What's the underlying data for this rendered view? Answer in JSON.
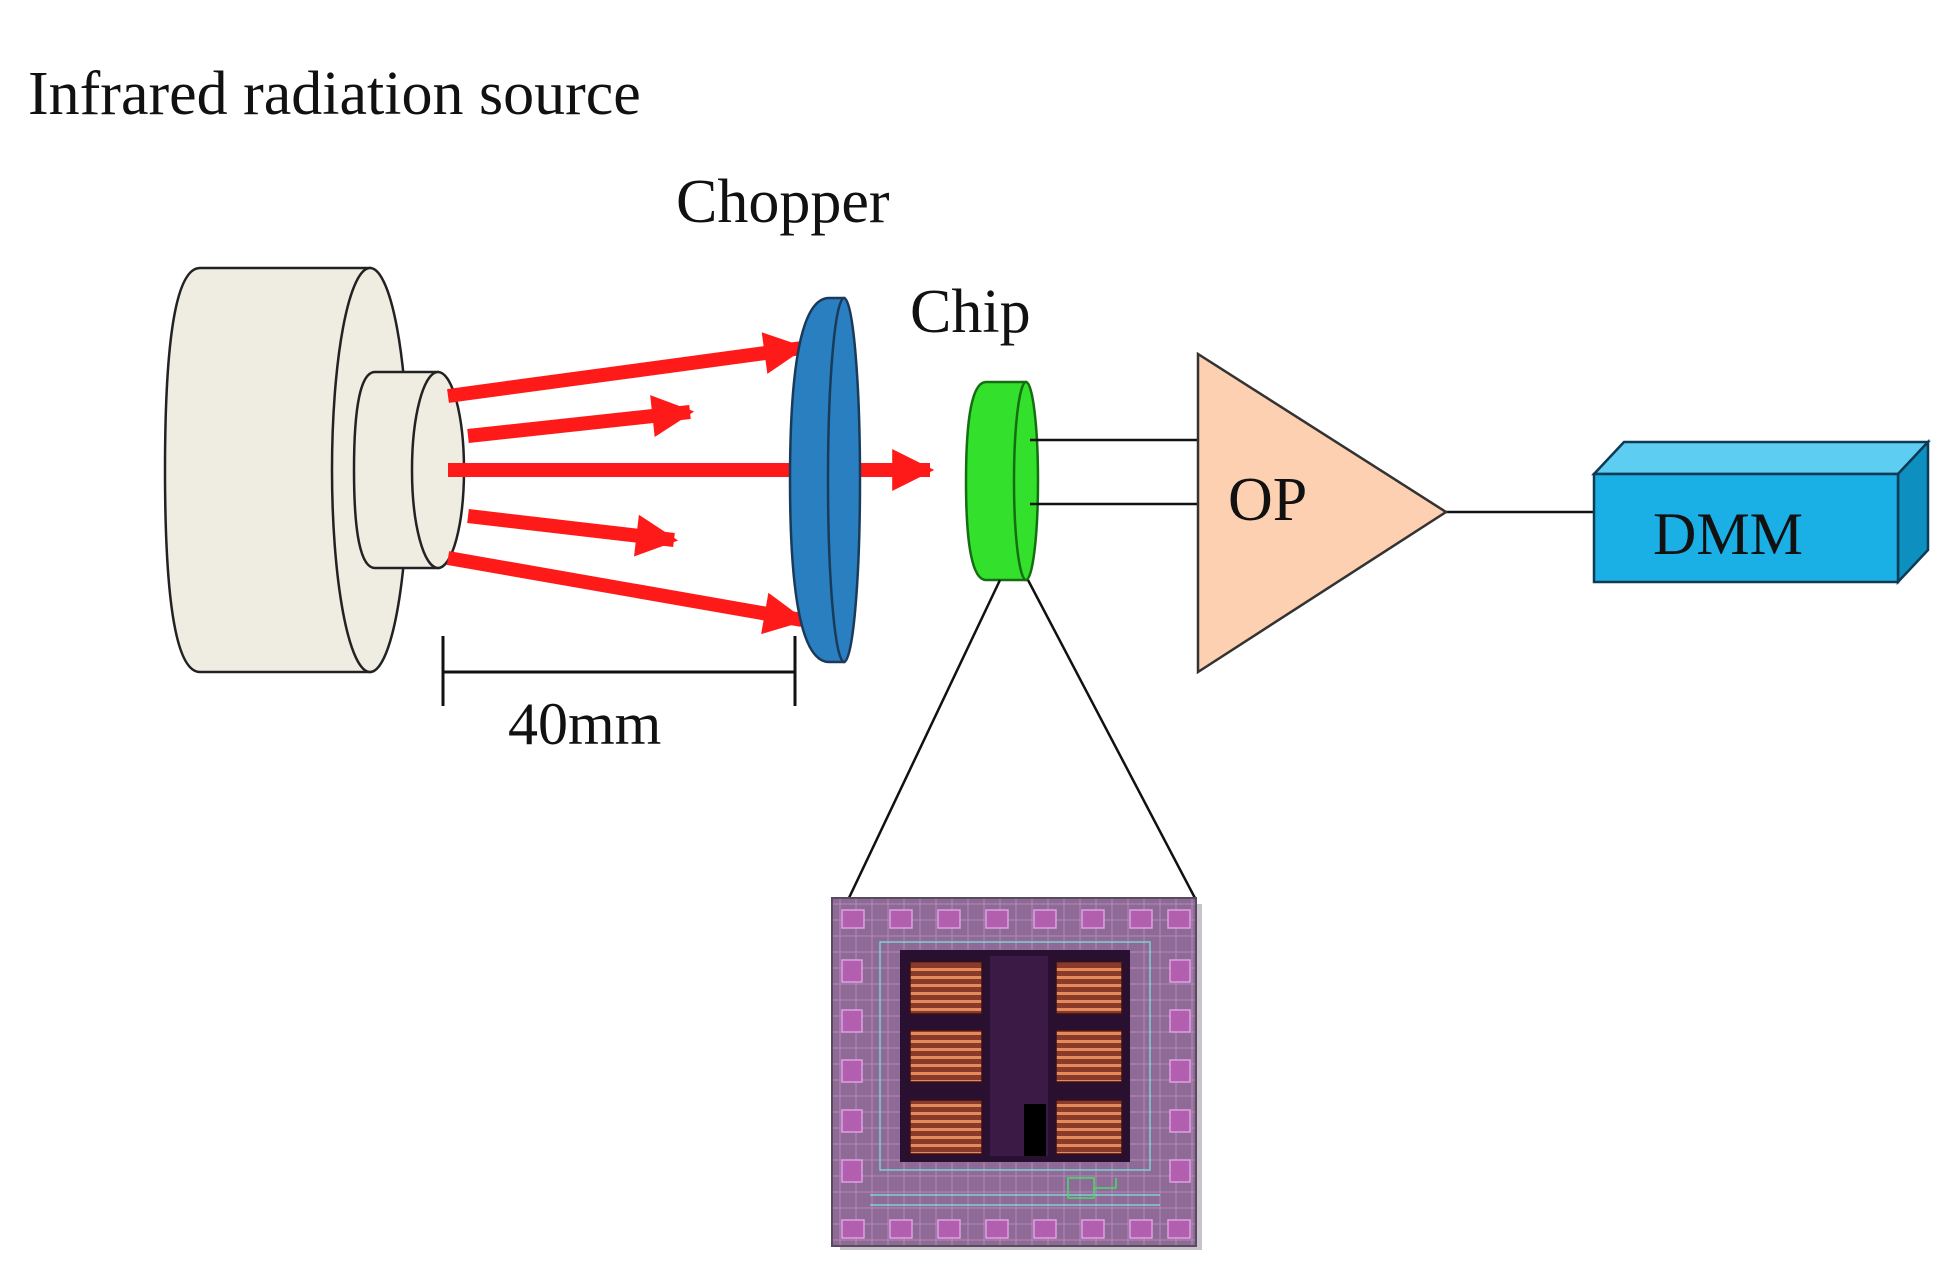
{
  "labels": {
    "source": "Infrared radiation source",
    "chopper": "Chopper",
    "chip": "Chip",
    "distance": "40mm",
    "amplifier": "OP",
    "meter": "DMM"
  },
  "colors": {
    "source_body": "#efece2",
    "beam": "#ff1a1a",
    "chopper": "#2a7fc1",
    "chip": "#33e02b",
    "amplifier": "#fcd0b0",
    "meter": "#1ab0e6",
    "die_background": "#8e6b97"
  },
  "icons": {
    "source": "ir-source-icon",
    "chopper": "chopper-disc-icon",
    "chip": "chip-icon",
    "amplifier": "amplifier-triangle-icon",
    "meter": "multimeter-box-icon",
    "die": "chip-layout-image"
  }
}
